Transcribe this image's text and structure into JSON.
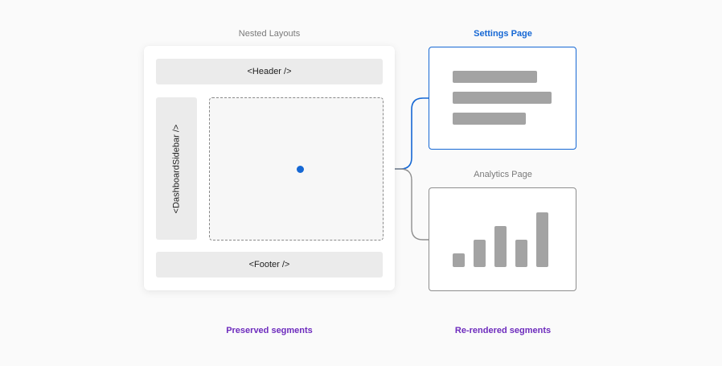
{
  "layout": {
    "title": "Nested Layouts",
    "header_label": "<Header />",
    "sidebar_label": "<DashboardSidebar />",
    "footer_label": "<Footer />"
  },
  "pages": {
    "settings": {
      "title": "Settings Page",
      "accent": "#1668d4"
    },
    "analytics": {
      "title": "Analytics Page",
      "bar_values": [
        1,
        2,
        3,
        2,
        4
      ]
    }
  },
  "captions": {
    "preserved": "Preserved segments",
    "rerendered": "Re-rendered segments",
    "color": "#6d2bbd"
  },
  "colors": {
    "accent": "#1668d4",
    "connector_gray": "#8e8e8e",
    "placeholder_bar": "#a3a3a3"
  }
}
